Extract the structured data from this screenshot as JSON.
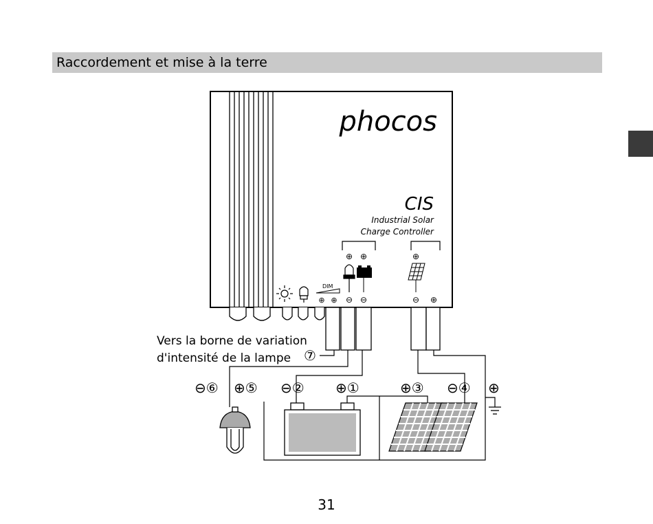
{
  "section": {
    "title": "Raccordement et mise à la terre"
  },
  "device": {
    "brand": "phocos",
    "model": "CIS",
    "description_line1": "Industrial Solar",
    "description_line2": "Charge Controller",
    "dim_label": "DIM"
  },
  "annotation": {
    "line1": "Vers la borne de variation",
    "line2": "d'intensité de la lampe",
    "marker": "⑦"
  },
  "terminals": {
    "t6": "⊖⑥",
    "t5": "⊕⑤",
    "t2": "⊖②",
    "t1": "⊕①",
    "t3": "⊕③",
    "t4": "⊖④",
    "ground": "⊕"
  },
  "page": {
    "number": "31"
  }
}
